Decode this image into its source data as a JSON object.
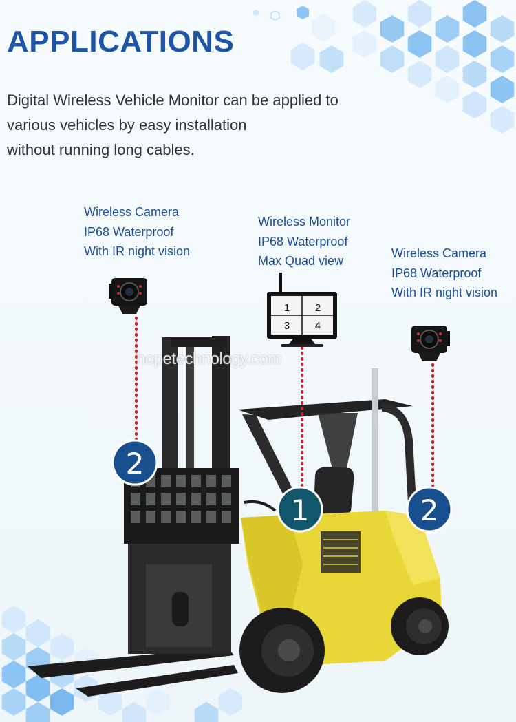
{
  "page": {
    "title": "APPLICATIONS",
    "intro_lines": [
      "Digital Wireless Vehicle Monitor can be applied to",
      "various vehicles by easy installation",
      "without running long cables."
    ]
  },
  "labels": {
    "left_camera": [
      "Wireless Camera",
      "IP68 Waterproof",
      "With IR night vision"
    ],
    "monitor": [
      "Wireless Monitor",
      "IP68 Waterproof",
      "Max Quad view"
    ],
    "right_camera": [
      "Wireless Camera",
      "IP68 Waterproof",
      "With IR night vision"
    ]
  },
  "monitor_screen": {
    "quadrants": [
      "1",
      "2",
      "3",
      "4"
    ]
  },
  "badges": {
    "left": "2",
    "center": "1",
    "right": "2"
  },
  "watermark": "hopetechnology.com",
  "colors": {
    "title": "#1f55a6",
    "label_text": "#1c4e98",
    "badge_blue": "#1a4f8f",
    "badge_teal": "#11566a",
    "dotted_line": "#d21f2a",
    "forklift_yellow": "#e9d738",
    "hex_light": "#cfe6fb",
    "hex_mid": "#8cc4f3"
  },
  "icons": [
    "camera-icon",
    "monitor-icon",
    "forklift-illustration",
    "hexagon-pattern"
  ]
}
